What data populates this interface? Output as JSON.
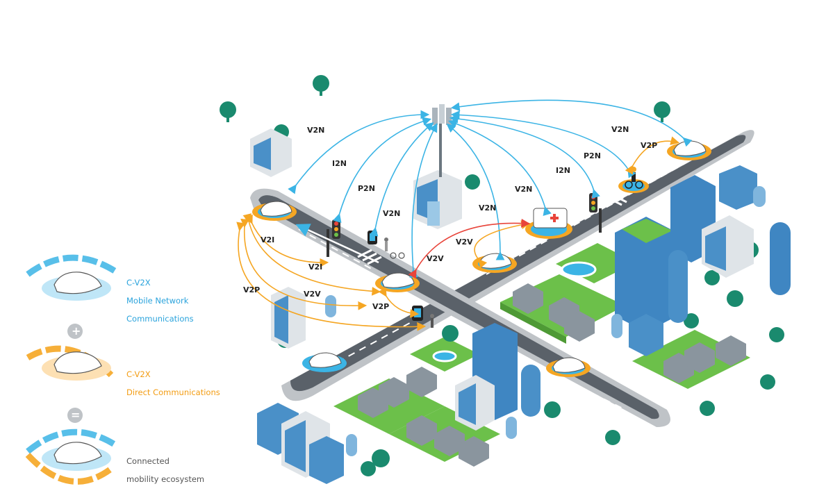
{
  "legend": {
    "mobile": {
      "line1": "C-V2X",
      "line2": "Mobile Network",
      "line3": "Communications"
    },
    "direct": {
      "line1": "C-V2X",
      "line2": "Direct Communications"
    },
    "ecosystem": {
      "line1": "Connected",
      "line2": "mobility ecosystem"
    },
    "plus": "+",
    "equals": "="
  },
  "labels": {
    "v2n_top_left": "V2N",
    "i2n_left": "I2N",
    "p2n": "P2N",
    "v2n_mid": "V2N",
    "v2n_center": "V2N",
    "v2n_right": "V2N",
    "i2n_right": "I2N",
    "p2n_right": "P2N",
    "v2n_top_right": "V2N",
    "v2p_top_right": "V2P",
    "v2i_1": "V2I",
    "v2i_2": "V2I",
    "v2p_left": "V2P",
    "v2v_left": "V2V",
    "v2p_center": "V2P",
    "v2v_mid": "V2V",
    "v2v_right": "V2V"
  },
  "colors": {
    "cellular": "#3bb4e5",
    "direct": "#f5a623",
    "v2v_red": "#e8443a",
    "road": "#5a6169",
    "road_edge": "#bfc3c7",
    "grass": "#6cc04a",
    "tree": "#1a8a6e",
    "building": "#4a90c8",
    "legend_blue_text": "#2aa3dc",
    "legend_orange_text": "#f39c12",
    "legend_gray_text": "#555555"
  }
}
